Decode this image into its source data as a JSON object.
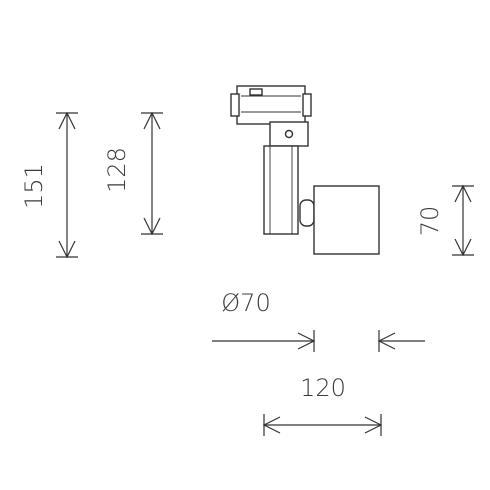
{
  "dimensions": {
    "total_height": "151",
    "body_height": "128",
    "head_height": "70",
    "head_diameter": "Ø70",
    "total_length": "120"
  }
}
